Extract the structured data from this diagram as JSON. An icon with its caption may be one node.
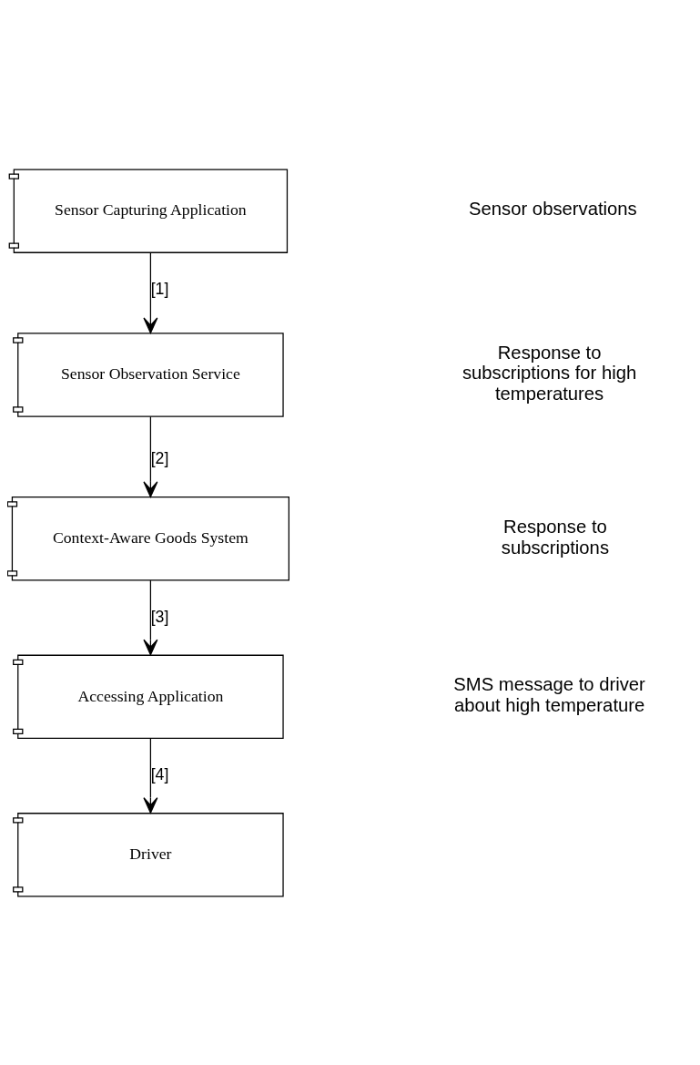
{
  "diagram": {
    "nodes": [
      {
        "text": [
          "Sensor Capturing Application"
        ]
      },
      {
        "text": [
          "Sensor Observation Service"
        ]
      },
      {
        "text": [
          "Context-Aware Goods System"
        ]
      },
      {
        "text": [
          "Accessing Application"
        ]
      },
      {
        "text": [
          "Driver"
        ]
      }
    ],
    "edges": [
      {
        "from": 0,
        "to": 1,
        "arrow": "to",
        "label": "[1]"
      },
      {
        "from": 1,
        "to": 2,
        "arrow": "to",
        "label": "[2]"
      },
      {
        "from": 2,
        "to": 3,
        "arrow": "to",
        "label": "[3]"
      },
      {
        "from": 3,
        "to": 4,
        "arrow": "to",
        "label": "[4]"
      }
    ],
    "labels": [
      "Sensor observations",
      "Response to subscriptions for high temperatures",
      "Response to subscriptions",
      "SMS message to driver about high temperature"
    ]
  }
}
